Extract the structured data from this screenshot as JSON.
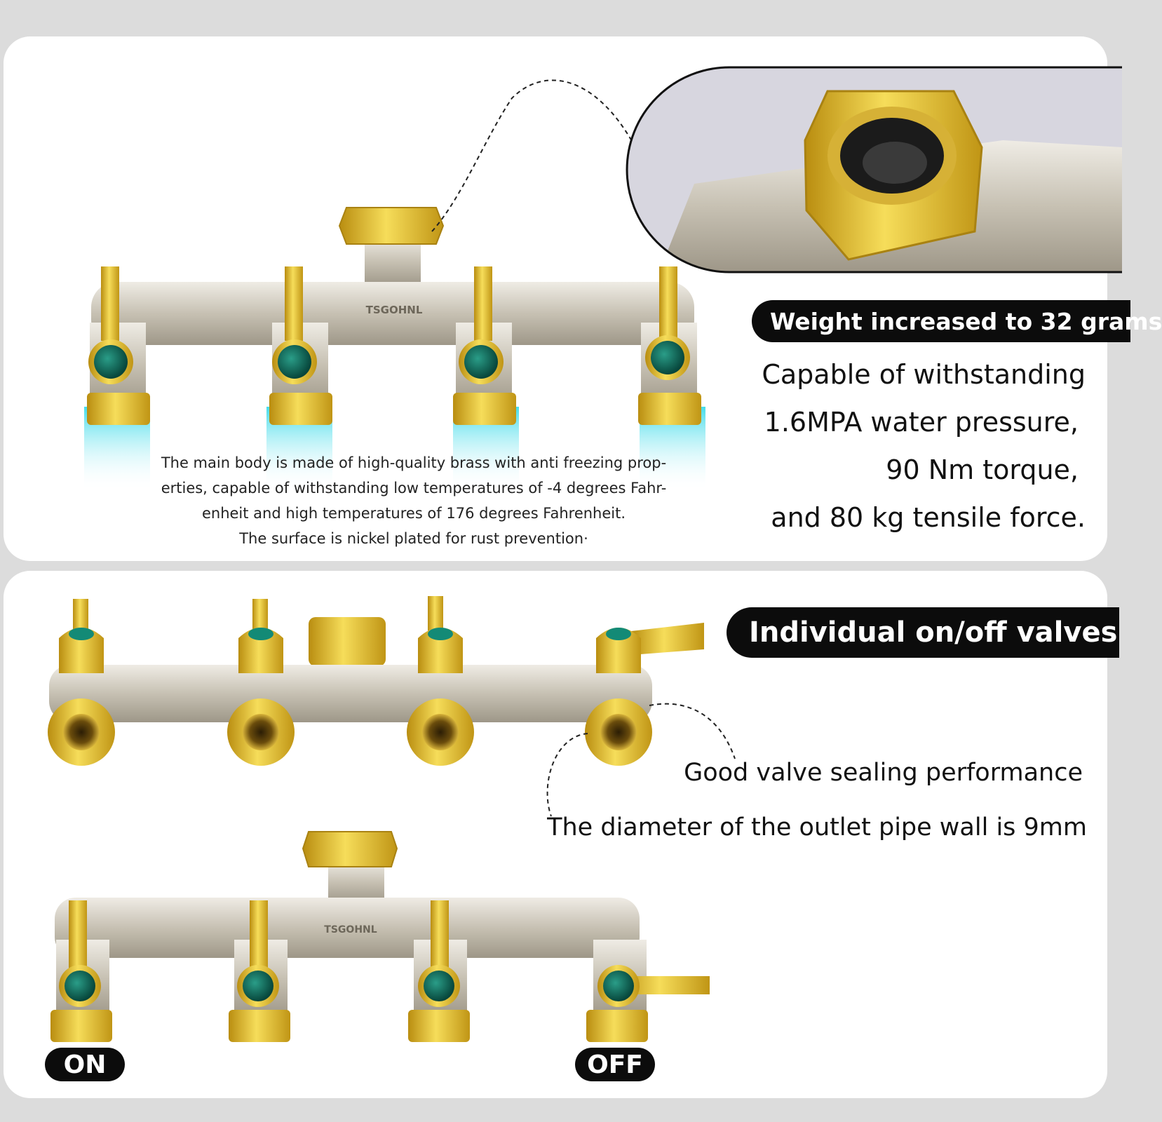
{
  "brand": "TSGOHNL",
  "top_panel": {
    "description_lines": [
      "The main body is made of high-quality brass with anti freezing prop-",
      "erties, capable of withstanding low temperatures of -4 degrees Fahr-",
      "enheit and high temperatures of 176 degrees Fahrenheit.",
      "The surface is nickel plated for rust prevention·"
    ],
    "weight_badge": "Weight increased to 32 grams",
    "spec_lines": [
      "Capable of withstanding",
      "1.6MPA water pressure,",
      "90 Nm torque,",
      "and 80 kg tensile force."
    ]
  },
  "bottom_panel": {
    "valves_badge": "Individual on/off valves",
    "sealing_text": "Good valve sealing performance",
    "diameter_text": "The diameter of the outlet pipe wall is 9mm",
    "on_label": "ON",
    "off_label": "OFF"
  },
  "colors": {
    "brass": "#e8c53a",
    "nickel": "#c9c4b8",
    "valve_teal": "#0f6b5c",
    "water_cyan": "#5fe3ef",
    "badge_black": "#0c0c0c"
  }
}
